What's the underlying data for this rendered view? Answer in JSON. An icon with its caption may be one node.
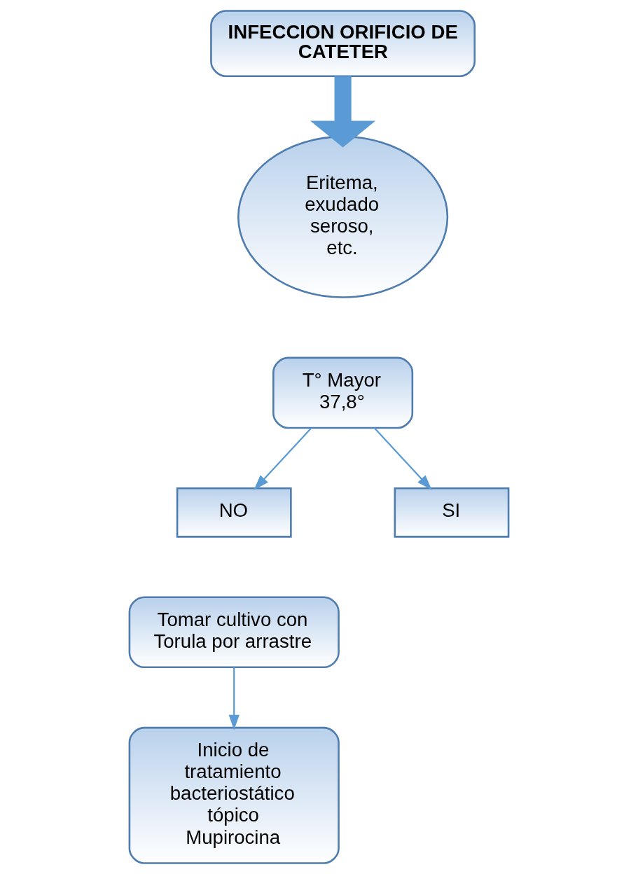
{
  "diagram": {
    "nodes": [
      {
        "text": [
          "INFECCION ORIFICIO DE CATETER"
        ]
      },
      {
        "text": [
          "Eritema, exudado seroso, etc."
        ]
      },
      {
        "text": [
          "T° Mayor 37,8°"
        ]
      },
      {
        "text": [
          "NO"
        ]
      },
      {
        "text": [
          "SI"
        ]
      },
      {
        "text": [
          "Tomar cultivo con Torula por arrastre"
        ]
      },
      {
        "text": [
          "Inicio de tratamiento bacteriostático tópico Mupirocina"
        ]
      }
    ],
    "edges": [
      {
        "from": 0,
        "to": 1,
        "arrow": "to",
        "style": "thick"
      },
      {
        "from": 2,
        "to": 3,
        "arrow": "to"
      },
      {
        "from": 2,
        "to": 4,
        "arrow": "to"
      },
      {
        "from": 5,
        "to": 6,
        "arrow": "to"
      }
    ]
  }
}
